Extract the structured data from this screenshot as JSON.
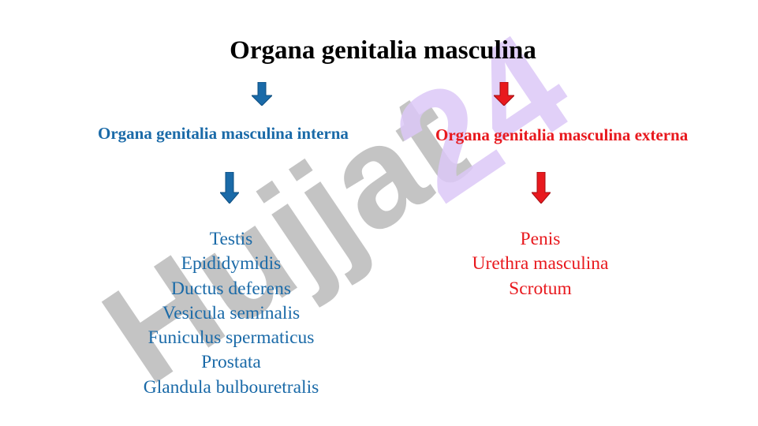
{
  "title": "Organa genitalia masculina",
  "watermark_text": "Hujjat24",
  "colors": {
    "internal": "#1a6aa8",
    "external": "#e8191e",
    "watermark_gray": "#c4c4c4",
    "watermark_purple": "#dcc8f7"
  },
  "internal": {
    "heading": "Organa genitalia masculina interna",
    "items": [
      "Testis",
      "Epididymidis",
      "Ductus deferens",
      "Vesicula seminalis",
      "Funiculus spermaticus",
      "Prostata",
      "Glandula bulbouretralis"
    ]
  },
  "external": {
    "heading": "Organa genitalia masculina externa",
    "items": [
      "Penis",
      "Urethra masculina",
      "Scrotum"
    ]
  },
  "icons": [
    "arrow-down-icon"
  ]
}
